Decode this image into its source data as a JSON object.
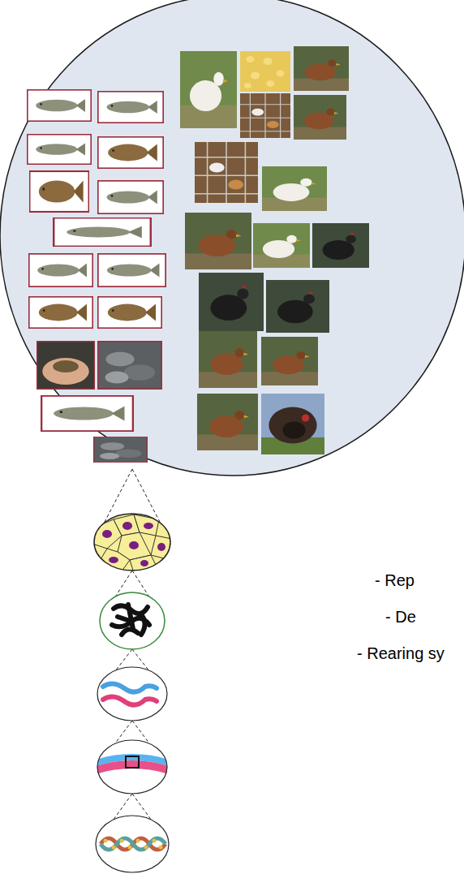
{
  "diagram": {
    "labels": [
      "- Rep",
      "- De",
      "- Rearing sy"
    ]
  }
}
